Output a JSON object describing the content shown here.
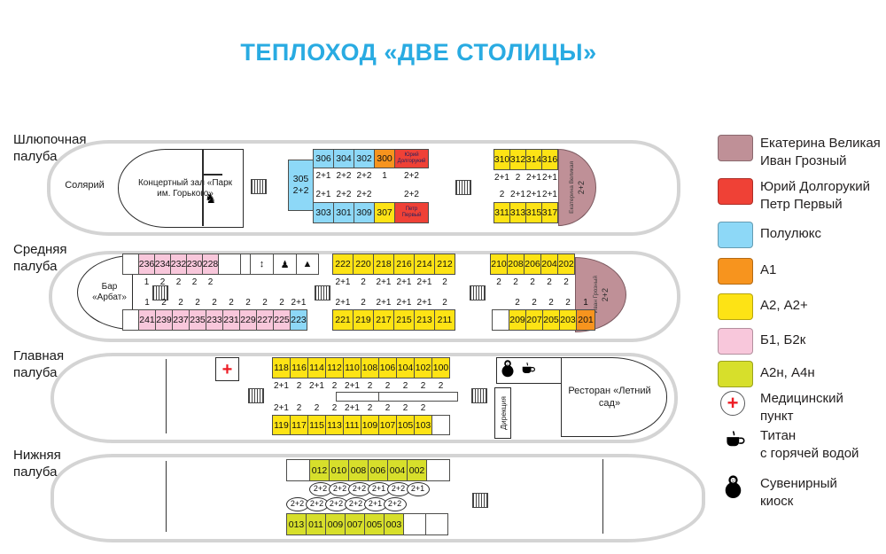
{
  "title": "ТЕПЛОХОД «ДВЕ СТОЛИЦЫ»",
  "colors": {
    "title": "#29abe2",
    "suite": "#bf9097",
    "red": "#ef4136",
    "semilux": "#8dd8f7",
    "a1": "#f7941e",
    "a2": "#fde315",
    "b1": "#f8c7db",
    "a2n": "#d7df2b",
    "hull": "#d4d4d4",
    "cross": "#ed1c24"
  },
  "icons": {
    "lift": "↕",
    "person": "♟",
    "shower": "▲",
    "horse": "♞",
    "cross": "+"
  },
  "decks": [
    {
      "label": "Шлюпочная палуба",
      "areas": {
        "solarium": "Солярий",
        "concert_hall": "Концертный зал «Парк им. Горького»"
      },
      "cabin_305": {
        "n": "305",
        "cap": "2+2"
      },
      "suite": {
        "name": "Екатерина Великая",
        "cap": "2+2"
      }
    },
    {
      "label": "Средняя палуба",
      "areas": {
        "bar": "Бар «Арбат»"
      },
      "suite": {
        "name": "Иван Грозный",
        "cap": "2+2"
      }
    },
    {
      "label": "Главная палуба",
      "areas": {
        "directorate": "Дирекция",
        "restaurant": "Ресторан «Летний сад»"
      }
    },
    {
      "label": "Нижняя палуба",
      "areas": {}
    }
  ],
  "rows": {
    "boat_top": [
      {
        "n": "306",
        "cap": "2+1",
        "c": "semilux"
      },
      {
        "n": "304",
        "cap": "2+2",
        "c": "semilux"
      },
      {
        "n": "302",
        "cap": "2+2",
        "c": "semilux"
      },
      {
        "n": "300",
        "cap": "1",
        "c": "a1"
      },
      {
        "n": "Юрий Долгорукий",
        "cap": "2+2",
        "c": "red",
        "s": 1
      }
    ],
    "boat_bottom": [
      {
        "n": "303",
        "cap": "2+1",
        "c": "semilux"
      },
      {
        "n": "301",
        "cap": "2+2",
        "c": "semilux"
      },
      {
        "n": "309",
        "cap": "2+2",
        "c": "semilux"
      },
      {
        "n": "307",
        "cap": "",
        "c": "a2"
      },
      {
        "n": "Петр Первый",
        "cap": "2+2",
        "c": "red",
        "s": 1
      }
    ],
    "boat_right_top": [
      {
        "n": "310",
        "cap": "2+1",
        "c": "a2"
      },
      {
        "n": "312",
        "cap": "2",
        "c": "a2"
      },
      {
        "n": "314",
        "cap": "2+1",
        "c": "a2"
      },
      {
        "n": "316",
        "cap": "2+1",
        "c": "a2"
      }
    ],
    "boat_right_bottom": [
      {
        "n": "311",
        "cap": "2",
        "c": "a2"
      },
      {
        "n": "313",
        "cap": "2+1",
        "c": "a2"
      },
      {
        "n": "315",
        "cap": "2+1",
        "c": "a2"
      },
      {
        "n": "317",
        "cap": "2+1",
        "c": "a2"
      }
    ],
    "mid_left_top": [
      {
        "c": "w"
      },
      {
        "n": "236",
        "cap": "1",
        "c": "b1"
      },
      {
        "n": "234",
        "cap": "2",
        "c": "b1"
      },
      {
        "n": "232",
        "cap": "2",
        "c": "b1"
      },
      {
        "n": "230",
        "cap": "2",
        "c": "b1"
      },
      {
        "n": "228",
        "cap": "2",
        "c": "b1"
      },
      {
        "c": "w"
      },
      {
        "c": "w"
      },
      {
        "icon": "lift"
      },
      {
        "icon": "person"
      },
      {
        "icon": "shower"
      }
    ],
    "mid_left_bottom": [
      {
        "c": "w"
      },
      {
        "n": "241",
        "cap": "1",
        "c": "b1"
      },
      {
        "n": "239",
        "cap": "2",
        "c": "b1"
      },
      {
        "n": "237",
        "cap": "2",
        "c": "b1"
      },
      {
        "n": "235",
        "cap": "2",
        "c": "b1"
      },
      {
        "n": "233",
        "cap": "2",
        "c": "b1"
      },
      {
        "n": "231",
        "cap": "2",
        "c": "b1"
      },
      {
        "n": "229",
        "cap": "2",
        "c": "b1"
      },
      {
        "n": "227",
        "cap": "2",
        "c": "b1"
      },
      {
        "n": "225",
        "cap": "2",
        "c": "b1"
      },
      {
        "n": "223",
        "cap": "2+1",
        "c": "semilux"
      }
    ],
    "mid_center_top": [
      {
        "n": "222",
        "cap": "2+1",
        "c": "a2"
      },
      {
        "n": "220",
        "cap": "2",
        "c": "a2"
      },
      {
        "n": "218",
        "cap": "2+1",
        "c": "a2"
      },
      {
        "n": "216",
        "cap": "2+1",
        "c": "a2"
      },
      {
        "n": "214",
        "cap": "2+1",
        "c": "a2"
      },
      {
        "n": "212",
        "cap": "2",
        "c": "a2"
      }
    ],
    "mid_center_bottom": [
      {
        "n": "221",
        "cap": "2+1",
        "c": "a2"
      },
      {
        "n": "219",
        "cap": "2",
        "c": "a2"
      },
      {
        "n": "217",
        "cap": "2+1",
        "c": "a2"
      },
      {
        "n": "215",
        "cap": "2+1",
        "c": "a2"
      },
      {
        "n": "213",
        "cap": "2+1",
        "c": "a2"
      },
      {
        "n": "211",
        "cap": "2",
        "c": "a2"
      }
    ],
    "mid_right_top": [
      {
        "n": "210",
        "cap": "2",
        "c": "a2"
      },
      {
        "n": "208",
        "cap": "2",
        "c": "a2"
      },
      {
        "n": "206",
        "cap": "2",
        "c": "a2"
      },
      {
        "n": "204",
        "cap": "2",
        "c": "a2"
      },
      {
        "n": "202",
        "cap": "2",
        "c": "a2"
      }
    ],
    "mid_right_bottom": [
      {
        "c": "w"
      },
      {
        "n": "209",
        "cap": "2",
        "c": "a2"
      },
      {
        "n": "207",
        "cap": "2",
        "c": "a2"
      },
      {
        "n": "205",
        "cap": "2",
        "c": "a2"
      },
      {
        "n": "203",
        "cap": "2",
        "c": "a2"
      },
      {
        "n": "201",
        "cap": "1",
        "c": "a1"
      }
    ],
    "main_top": [
      {
        "n": "118",
        "cap": "2+1",
        "c": "a2"
      },
      {
        "n": "116",
        "cap": "2",
        "c": "a2"
      },
      {
        "n": "114",
        "cap": "2+1",
        "c": "a2"
      },
      {
        "n": "112",
        "cap": "2",
        "c": "a2"
      },
      {
        "n": "110",
        "cap": "2+1",
        "c": "a2"
      },
      {
        "n": "108",
        "cap": "2",
        "c": "a2"
      },
      {
        "n": "106",
        "cap": "2",
        "c": "a2"
      },
      {
        "n": "104",
        "cap": "2",
        "c": "a2"
      },
      {
        "n": "102",
        "cap": "2",
        "c": "a2"
      },
      {
        "n": "100",
        "cap": "2",
        "c": "a2"
      }
    ],
    "main_bottom": [
      {
        "n": "119",
        "cap": "2+1",
        "c": "a2"
      },
      {
        "n": "117",
        "cap": "2",
        "c": "a2"
      },
      {
        "n": "115",
        "cap": "2",
        "c": "a2"
      },
      {
        "n": "113",
        "cap": "2",
        "c": "a2"
      },
      {
        "n": "111",
        "cap": "2+1",
        "c": "a2"
      },
      {
        "n": "109",
        "cap": "2",
        "c": "a2"
      },
      {
        "n": "107",
        "cap": "2",
        "c": "a2"
      },
      {
        "n": "105",
        "cap": "2",
        "c": "a2"
      },
      {
        "n": "103",
        "cap": "2",
        "c": "a2"
      },
      {
        "c": "w"
      }
    ],
    "lower_top": [
      {
        "c": "w"
      },
      {
        "n": "012",
        "cap": "2+2",
        "c": "a2n"
      },
      {
        "n": "010",
        "cap": "2+2",
        "c": "a2n"
      },
      {
        "n": "008",
        "cap": "2+2",
        "c": "a2n"
      },
      {
        "n": "006",
        "cap": "2+1",
        "c": "a2n"
      },
      {
        "n": "004",
        "cap": "2+2",
        "c": "a2n"
      },
      {
        "n": "002",
        "cap": "2+1",
        "c": "a2n"
      },
      {
        "c": "w"
      }
    ],
    "lower_bottom": [
      {
        "n": "013",
        "cap": "2+2",
        "c": "a2n"
      },
      {
        "n": "011",
        "cap": "2+2",
        "c": "a2n"
      },
      {
        "n": "009",
        "cap": "2+2",
        "c": "a2n"
      },
      {
        "n": "007",
        "cap": "2+2",
        "c": "a2n"
      },
      {
        "n": "005",
        "cap": "2+1",
        "c": "a2n"
      },
      {
        "n": "003",
        "cap": "2+2",
        "c": "a2n"
      },
      {
        "c": "w"
      },
      {
        "c": "w"
      }
    ]
  },
  "legend": [
    {
      "kind": "chip",
      "color": "suite",
      "lines": [
        "Екатерина Великая",
        "Иван Грозный"
      ]
    },
    {
      "kind": "chip",
      "color": "red",
      "lines": [
        "Юрий Долгорукий",
        "Петр Первый"
      ]
    },
    {
      "kind": "chip",
      "color": "semilux",
      "lines": [
        "Полулюкс"
      ]
    },
    {
      "kind": "chip",
      "color": "a1",
      "lines": [
        "А1"
      ]
    },
    {
      "kind": "chip",
      "color": "a2",
      "lines": [
        "А2, А2+"
      ]
    },
    {
      "kind": "chip",
      "color": "b1",
      "lines": [
        "Б1, Б2к"
      ]
    },
    {
      "kind": "chip",
      "color": "a2n",
      "lines": [
        "А2н, А4н"
      ]
    },
    {
      "kind": "med",
      "lines": [
        "Медицинский",
        "пункт"
      ]
    },
    {
      "kind": "titan",
      "lines": [
        "Титан",
        "с горячей водой"
      ]
    },
    {
      "kind": "kiosk",
      "lines": [
        "Сувенирный",
        "киоск"
      ]
    }
  ]
}
